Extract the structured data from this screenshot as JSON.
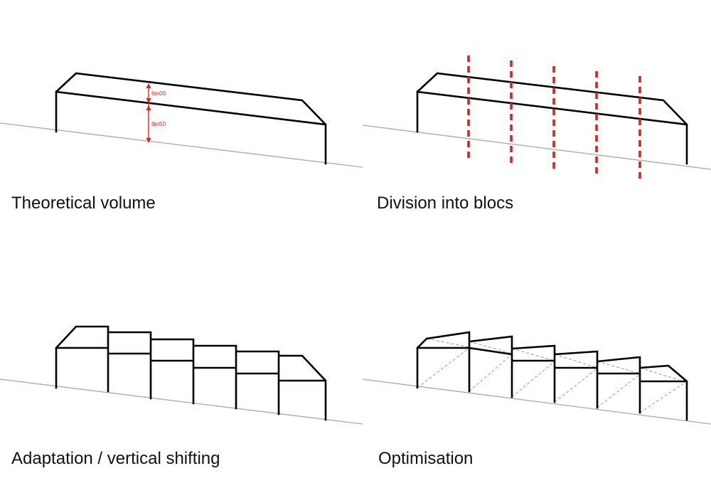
{
  "panels": {
    "theoretical": {
      "caption": "Theoretical volume",
      "dim_upper": "6m00",
      "dim_lower": "8m50"
    },
    "division": {
      "caption": "Division into blocs"
    },
    "adaptation": {
      "caption": "Adaptation / vertical shifting"
    },
    "optimisation": {
      "caption": "Optimisation"
    }
  },
  "colors": {
    "outline": "#000000",
    "ground": "#a8a8a8",
    "accent": "#e0201c",
    "hidden": "#9a9a9a"
  }
}
